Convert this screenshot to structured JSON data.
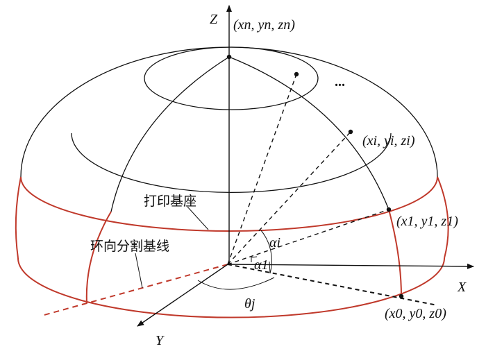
{
  "axes": {
    "x": "X",
    "y": "Y",
    "z": "Z"
  },
  "points": {
    "top": "(xn, yn, zn)",
    "ellipsis": "...",
    "i": "(xi, yi, zi)",
    "one": "(x1, y1, z1)",
    "zero": "(x0, y0, z0)"
  },
  "angles": {
    "alpha_i": "αi",
    "alpha_1": "α1",
    "theta_j": "θj"
  },
  "labels": {
    "base": "打印基座",
    "baseline": "环向分割基线"
  },
  "colors": {
    "line": "#111111",
    "base": "#c0392b"
  }
}
